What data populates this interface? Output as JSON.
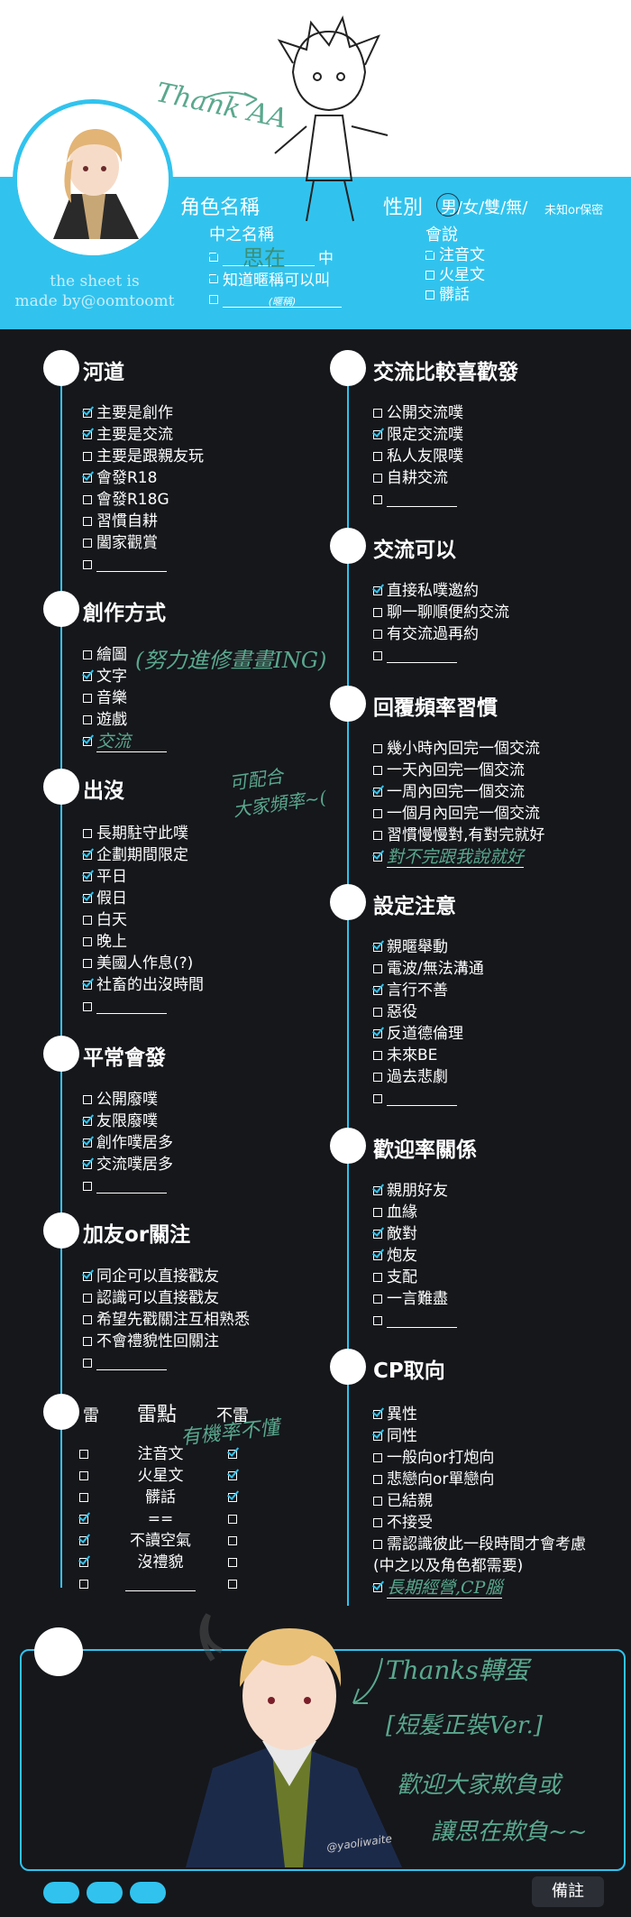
{
  "header": {
    "thank_note": "Thank AA",
    "credit_line1": "the sheet is",
    "credit_line2": "made by@oomtoomt",
    "role_name_label": "角色名稱",
    "gender_label": "性別",
    "gender_options": "男/女/雙/無/",
    "gender_unknown": "未知or保密",
    "chinese_name_label": "中之名稱",
    "chinese_name_value": "思在",
    "chinese_name_suffix": "中",
    "know_nickname": "知道暱稱可以叫",
    "nickname_hint": "(暱稱)",
    "speaks_label": "會說",
    "speaks_items": [
      {
        "label": "注音文",
        "checked": true
      },
      {
        "label": "火星文",
        "checked": false
      },
      {
        "label": "髒話",
        "checked": false
      }
    ]
  },
  "sections": {
    "hedao": {
      "title": "河道",
      "items": [
        {
          "label": "主要是創作",
          "checked": true
        },
        {
          "label": "主要是交流",
          "checked": true
        },
        {
          "label": "主要是跟親友玩",
          "checked": false
        },
        {
          "label": "會發R18",
          "checked": true
        },
        {
          "label": "會發R18G",
          "checked": false
        },
        {
          "label": "習慣自耕",
          "checked": false
        },
        {
          "label": "闔家觀賞",
          "checked": false
        }
      ]
    },
    "creation": {
      "title": "創作方式",
      "items": [
        {
          "label": "繪圖",
          "checked": false
        },
        {
          "label": "文字",
          "checked": true
        },
        {
          "label": "音樂",
          "checked": false
        },
        {
          "label": "遊戲",
          "checked": false
        }
      ],
      "note_drawing": "(努力進修畫畫ING)",
      "note_other": "交流"
    },
    "active": {
      "title": "出沒",
      "items": [
        {
          "label": "長期駐守此噗",
          "checked": false
        },
        {
          "label": "企劃期間限定",
          "checked": true
        },
        {
          "label": "平日",
          "checked": true
        },
        {
          "label": "假日",
          "checked": true
        },
        {
          "label": "白天",
          "checked": false
        },
        {
          "label": "晚上",
          "checked": false
        },
        {
          "label": "美國人作息(?)",
          "checked": false
        },
        {
          "label": "社畜的出沒時間",
          "checked": true
        }
      ]
    },
    "posts": {
      "title": "平常會發",
      "items": [
        {
          "label": "公開廢噗",
          "checked": false
        },
        {
          "label": "友限廢噗",
          "checked": true
        },
        {
          "label": "創作噗居多",
          "checked": true
        },
        {
          "label": "交流噗居多",
          "checked": true
        }
      ]
    },
    "friend": {
      "title": "加友or關注",
      "items": [
        {
          "label": "同企可以直接戳友",
          "checked": true
        },
        {
          "label": "認識可以直接戳友",
          "checked": false
        },
        {
          "label": "希望先戳關注互相熟悉",
          "checked": false
        },
        {
          "label": "不會禮貌性回關注",
          "checked": false
        }
      ]
    },
    "thunder": {
      "title": "雷",
      "mid_title": "雷點",
      "right_title": "不雷",
      "note": "有機率不懂",
      "rows": [
        {
          "label": "注音文",
          "lei": false,
          "bulei": true
        },
        {
          "label": "火星文",
          "lei": false,
          "bulei": true
        },
        {
          "label": "髒話",
          "lei": false,
          "bulei": true
        },
        {
          "label": "==",
          "lei": true,
          "bulei": false
        },
        {
          "label": "不讀空氣",
          "lei": true,
          "bulei": false
        },
        {
          "label": "沒禮貌",
          "lei": true,
          "bulei": false
        }
      ]
    },
    "prefer": {
      "title": "交流比較喜歡發",
      "items": [
        {
          "label": "公開交流噗",
          "checked": false
        },
        {
          "label": "限定交流噗",
          "checked": true
        },
        {
          "label": "私人友限噗",
          "checked": false
        },
        {
          "label": "自耕交流",
          "checked": false
        }
      ]
    },
    "allow": {
      "title": "交流可以",
      "items": [
        {
          "label": "直接私噗邀約",
          "checked": true
        },
        {
          "label": "聊一聊順便約交流",
          "checked": false
        },
        {
          "label": "有交流過再約",
          "checked": false
        }
      ]
    },
    "reply": {
      "title": "回覆頻率習慣",
      "items": [
        {
          "label": "幾小時內回完一個交流",
          "checked": false
        },
        {
          "label": "一天內回完一個交流",
          "checked": false
        },
        {
          "label": "一周內回完一個交流",
          "checked": true
        },
        {
          "label": "一個月內回完一個交流",
          "checked": false
        },
        {
          "label": "習慣慢慢對,有對完就好",
          "checked": false
        }
      ],
      "note_other": "對不完跟我說就好",
      "side_note_line1": "可配合",
      "side_note_line2": "大家頻率~("
    },
    "setting": {
      "title": "設定注意",
      "items": [
        {
          "label": "親暱舉動",
          "checked": true
        },
        {
          "label": "電波/無法溝通",
          "checked": false
        },
        {
          "label": "言行不善",
          "checked": true
        },
        {
          "label": "惡役",
          "checked": false
        },
        {
          "label": "反道德倫理",
          "checked": true
        },
        {
          "label": "未來BE",
          "checked": false
        },
        {
          "label": "過去悲劇",
          "checked": false
        }
      ]
    },
    "relation": {
      "title": "歡迎率關係",
      "items": [
        {
          "label": "親朋好友",
          "checked": true
        },
        {
          "label": "血緣",
          "checked": false
        },
        {
          "label": "敵對",
          "checked": true
        },
        {
          "label": "炮友",
          "checked": true
        },
        {
          "label": "支配",
          "checked": false
        },
        {
          "label": "一言難盡",
          "checked": false
        }
      ]
    },
    "cp": {
      "title": "CP取向",
      "items": [
        {
          "label": "異性",
          "checked": true
        },
        {
          "label": "同性",
          "checked": true
        },
        {
          "label": "一般向or打炮向",
          "checked": false
        },
        {
          "label": "悲戀向or單戀向",
          "checked": false
        },
        {
          "label": "已結親",
          "checked": false
        },
        {
          "label": "不接受",
          "checked": false
        },
        {
          "label": "需認識彼此一段時間才會考慮",
          "checked": false
        },
        {
          "label": "(中之以及角色都需要)",
          "checked": null
        }
      ],
      "note_other": "長期經營,CP腦"
    }
  },
  "bottom": {
    "thanks": "Thanks轉蛋",
    "version": "[短髮正裝Ver.]",
    "welcome_line1": "歡迎大家欺負或",
    "welcome_line2": "讓思在欺負~~",
    "signature": "@yaoliwaite",
    "note_tab": "備註"
  },
  "colors": {
    "accent": "#31c3ee",
    "dark_bg": "#15171b",
    "handwriting": "#5aa88e"
  }
}
